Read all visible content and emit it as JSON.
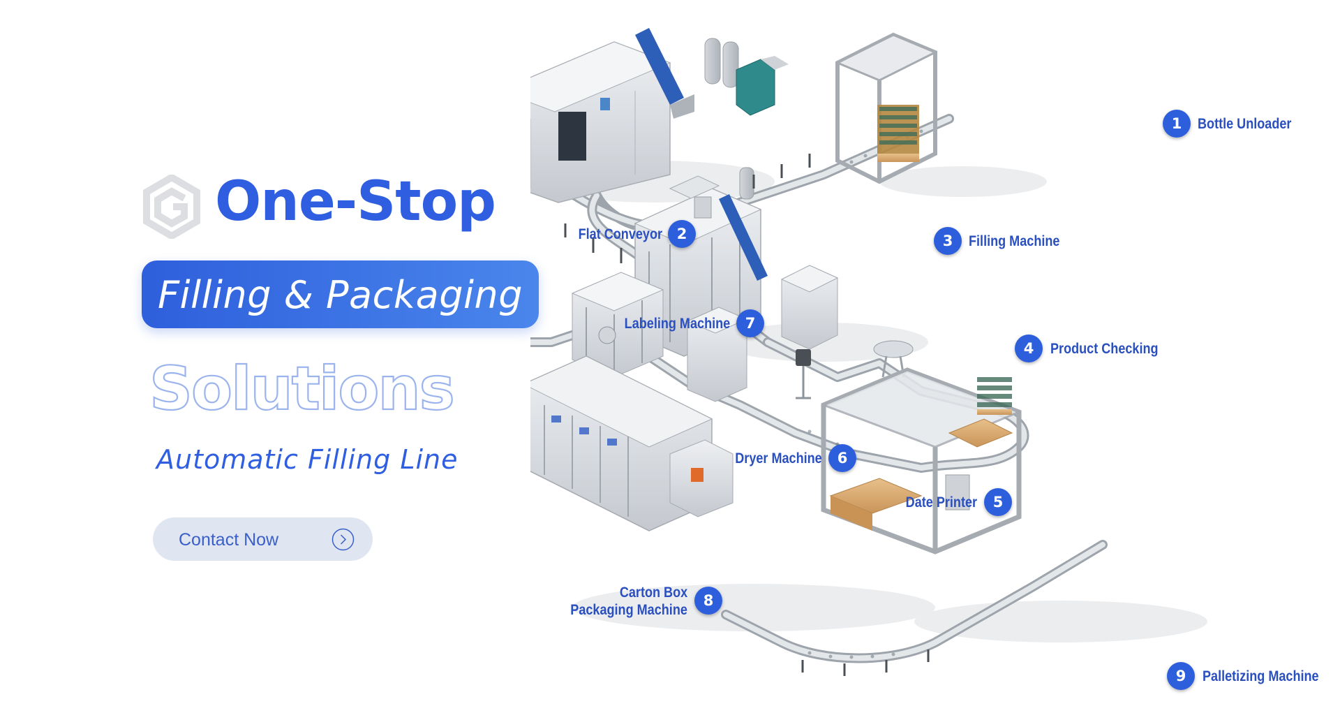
{
  "hero": {
    "headline": "One-Stop",
    "pill_text": "Filling & Packaging",
    "outline_word": "Solutions",
    "subtitle": "Automatic Filling Line",
    "cta_label": "Contact Now"
  },
  "colors": {
    "brand_blue": "#2f5fe0",
    "badge_blue": "#2d5fdc",
    "callout_text": "#2a4fbf",
    "cta_background": "#dfe6f1",
    "logo_gray": "#dcdee2"
  },
  "icons": {
    "logo": "brand-logo",
    "cta": "arrow-right-circle-icon"
  },
  "callouts": [
    {
      "number": "1",
      "label": "Bottle Unloader"
    },
    {
      "number": "2",
      "label": "Flat Conveyor"
    },
    {
      "number": "3",
      "label": "Filling Machine"
    },
    {
      "number": "4",
      "label": "Product Checking"
    },
    {
      "number": "5",
      "label": "Date Printer"
    },
    {
      "number": "6",
      "label": "Dryer Machine"
    },
    {
      "number": "7",
      "label": "Labeling Machine"
    },
    {
      "number": "8",
      "label": "Carton Box",
      "label_line2": "Packaging Machine"
    },
    {
      "number": "9",
      "label": "Palletizing Machine"
    }
  ]
}
